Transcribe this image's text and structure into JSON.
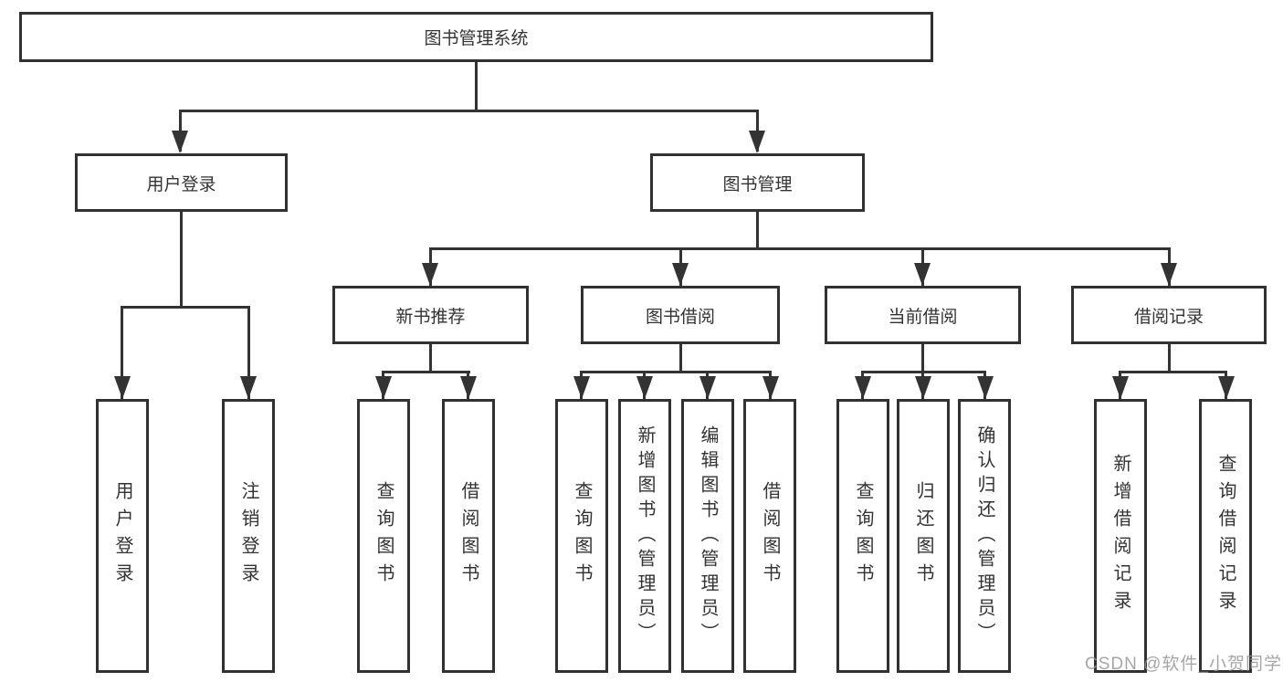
{
  "watermark": "CSDN @软件_小贺同学",
  "colors": {
    "line": "#333333",
    "border": "#313131",
    "text": "#333333",
    "background": "#ffffff",
    "watermark_gray": "#969696"
  },
  "tree": {
    "label": "图书管理系统",
    "children": [
      {
        "label": "用户登录",
        "children": [
          {
            "label": "用户登录"
          },
          {
            "label": "注销登录"
          }
        ]
      },
      {
        "label": "图书管理",
        "children": [
          {
            "label": "新书推荐",
            "children": [
              {
                "label": "查询图书"
              },
              {
                "label": "借阅图书"
              }
            ]
          },
          {
            "label": "图书借阅",
            "children": [
              {
                "label": "查询图书"
              },
              {
                "label": "新增图书（管理员）"
              },
              {
                "label": "编辑图书（管理员）"
              },
              {
                "label": "借阅图书"
              }
            ]
          },
          {
            "label": "当前借阅",
            "children": [
              {
                "label": "查询图书"
              },
              {
                "label": "归还图书"
              },
              {
                "label": "确认归还（管理员）"
              }
            ]
          },
          {
            "label": "借阅记录",
            "children": [
              {
                "label": "新增借阅记录"
              },
              {
                "label": "查询借阅记录"
              }
            ]
          }
        ]
      }
    ]
  }
}
